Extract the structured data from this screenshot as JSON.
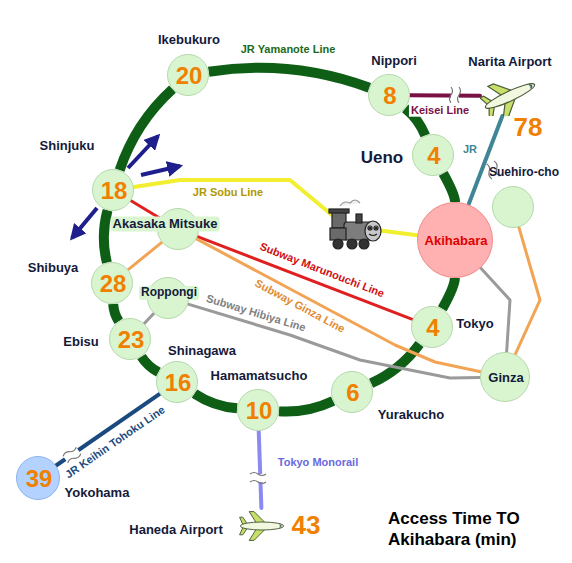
{
  "diagram": {
    "title": "Access Time TO Akihabara (min)",
    "nodes": [
      {
        "text": [
          "Ikebukuro",
          "20"
        ]
      },
      {
        "text": [
          "Nippori",
          "8"
        ]
      },
      {
        "text": [
          "Narita Airport",
          "78"
        ]
      },
      {
        "text": [
          "Shinjuku",
          "18"
        ]
      },
      {
        "text": [
          "Ueno",
          "4"
        ]
      },
      {
        "text": [
          "Akasaka Mitsuke"
        ]
      },
      {
        "text": [
          "Suehiro-cho"
        ]
      },
      {
        "text": [
          "Akihabara"
        ]
      },
      {
        "text": [
          "Shibuya",
          "28"
        ]
      },
      {
        "text": [
          "Roppongi"
        ]
      },
      {
        "text": [
          "Tokyo",
          "4"
        ]
      },
      {
        "text": [
          "Ebisu",
          "23"
        ]
      },
      {
        "text": [
          "Shinagawa",
          "16"
        ]
      },
      {
        "text": [
          "Ginza"
        ]
      },
      {
        "text": [
          "Hamamatsucho",
          "10"
        ]
      },
      {
        "text": [
          "Yurakucho",
          "6"
        ]
      },
      {
        "text": [
          "Yokohama",
          "39"
        ]
      },
      {
        "text": [
          "Haneda Airport",
          "43"
        ]
      }
    ],
    "edges": [
      {
        "from": 0,
        "to": 1,
        "arrow": "none",
        "label": "JR Yamanote Line"
      },
      {
        "from": 1,
        "to": 4,
        "arrow": "none"
      },
      {
        "from": 4,
        "to": 7,
        "arrow": "none"
      },
      {
        "from": 7,
        "to": 10,
        "arrow": "none"
      },
      {
        "from": 10,
        "to": 15,
        "arrow": "none"
      },
      {
        "from": 15,
        "to": 14,
        "arrow": "none"
      },
      {
        "from": 14,
        "to": 12,
        "arrow": "none"
      },
      {
        "from": 12,
        "to": 11,
        "arrow": "none"
      },
      {
        "from": 11,
        "to": 8,
        "arrow": "none"
      },
      {
        "from": 8,
        "to": 3,
        "arrow": "none"
      },
      {
        "from": 3,
        "to": 0,
        "arrow": "none"
      },
      {
        "from": 1,
        "to": 2,
        "arrow": "none",
        "label": "Keisei Line"
      },
      {
        "from": 7,
        "to": 2,
        "arrow": "none",
        "label": "JR"
      },
      {
        "from": 3,
        "to": 7,
        "arrow": "none",
        "label": "JR Sobu Line"
      },
      {
        "from": 3,
        "to": 5,
        "arrow": "none"
      },
      {
        "from": 5,
        "to": 10,
        "arrow": "none",
        "label": "Subway Marunouchi Line"
      },
      {
        "from": 8,
        "to": 5,
        "arrow": "none"
      },
      {
        "from": 5,
        "to": 13,
        "arrow": "none",
        "label": "Subway Ginza Line"
      },
      {
        "from": 13,
        "to": 6,
        "arrow": "none"
      },
      {
        "from": 11,
        "to": 9,
        "arrow": "none"
      },
      {
        "from": 9,
        "to": 13,
        "arrow": "none",
        "label": "Subway Hibiya Line"
      },
      {
        "from": 7,
        "to": 13,
        "arrow": "none"
      },
      {
        "from": 12,
        "to": 16,
        "arrow": "none",
        "label": "JR Keihin Tohoku Line"
      },
      {
        "from": 14,
        "to": 17,
        "arrow": "none",
        "label": "Tokyo Monorail"
      }
    ]
  }
}
